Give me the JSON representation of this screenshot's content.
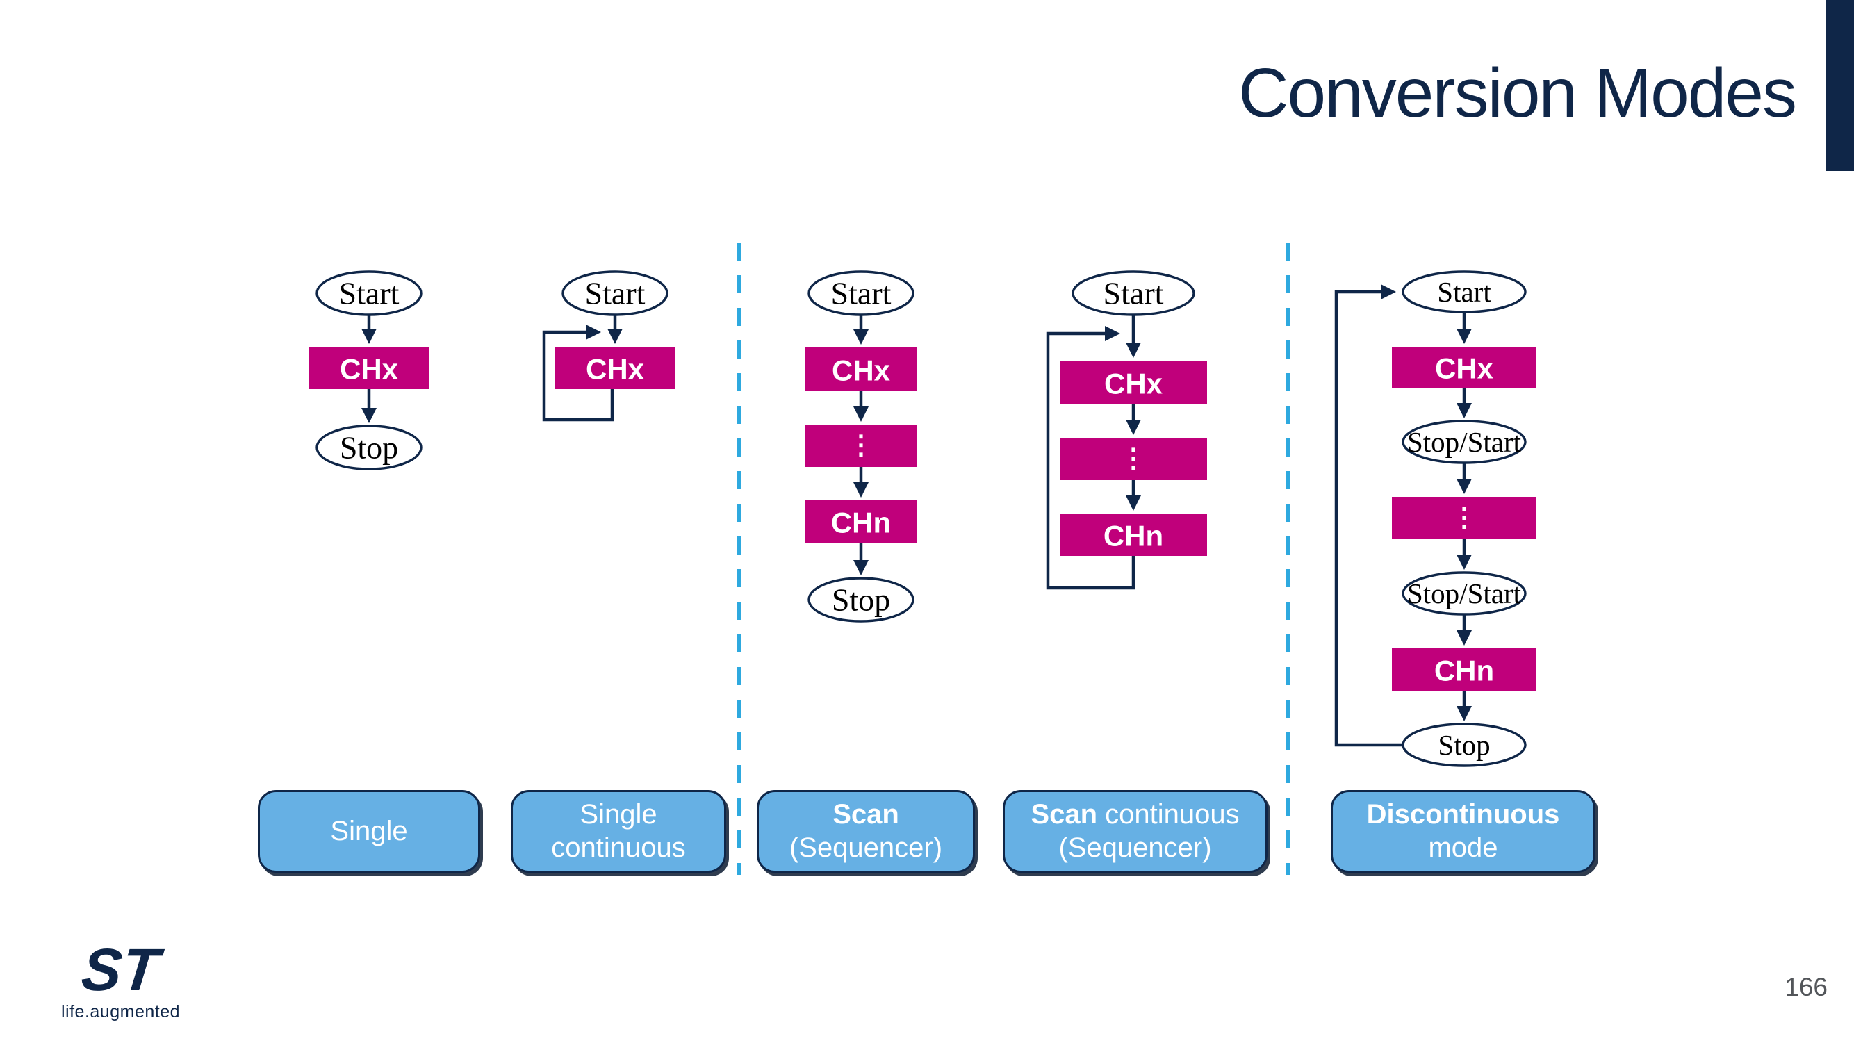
{
  "slide": {
    "title": "Conversion Modes",
    "page_number": "166"
  },
  "logo": {
    "glyph": "ST",
    "tagline": "life.augmented"
  },
  "colors": {
    "navy": "#0F2648",
    "magenta": "#C0007B",
    "button_blue": "#66B0E4",
    "divider_blue": "#2EA9DF",
    "page_gray": "#53565A"
  },
  "flowcharts": {
    "single": {
      "start": "Start",
      "chx": "CHx",
      "stop": "Stop"
    },
    "single_continuous": {
      "start": "Start",
      "chx": "CHx"
    },
    "scan": {
      "start": "Start",
      "chx": "CHx",
      "dots": "⋮",
      "chn": "CHn",
      "stop": "Stop"
    },
    "scan_continuous": {
      "start": "Start",
      "chx": "CHx",
      "dots": "⋮",
      "chn": "CHn"
    },
    "discontinuous": {
      "start": "Start",
      "chx": "CHx",
      "stop_start_1": "Stop/Start",
      "dots": "⋮",
      "stop_start_2": "Stop/Start",
      "chn": "CHn",
      "stop": "Stop"
    }
  },
  "mode_buttons": {
    "single": {
      "bold": "",
      "rest": "Single",
      "line2": ""
    },
    "single_continuous": {
      "bold": "",
      "rest": "Single continuous",
      "line2": ""
    },
    "scan": {
      "bold": "Scan",
      "rest": "",
      "line2": "(Sequencer)"
    },
    "scan_continuous": {
      "bold": "Scan",
      "rest": " continuous",
      "line2": "(Sequencer)"
    },
    "discontinuous": {
      "bold": "Discontinuous",
      "rest": " mode",
      "line2": ""
    }
  }
}
